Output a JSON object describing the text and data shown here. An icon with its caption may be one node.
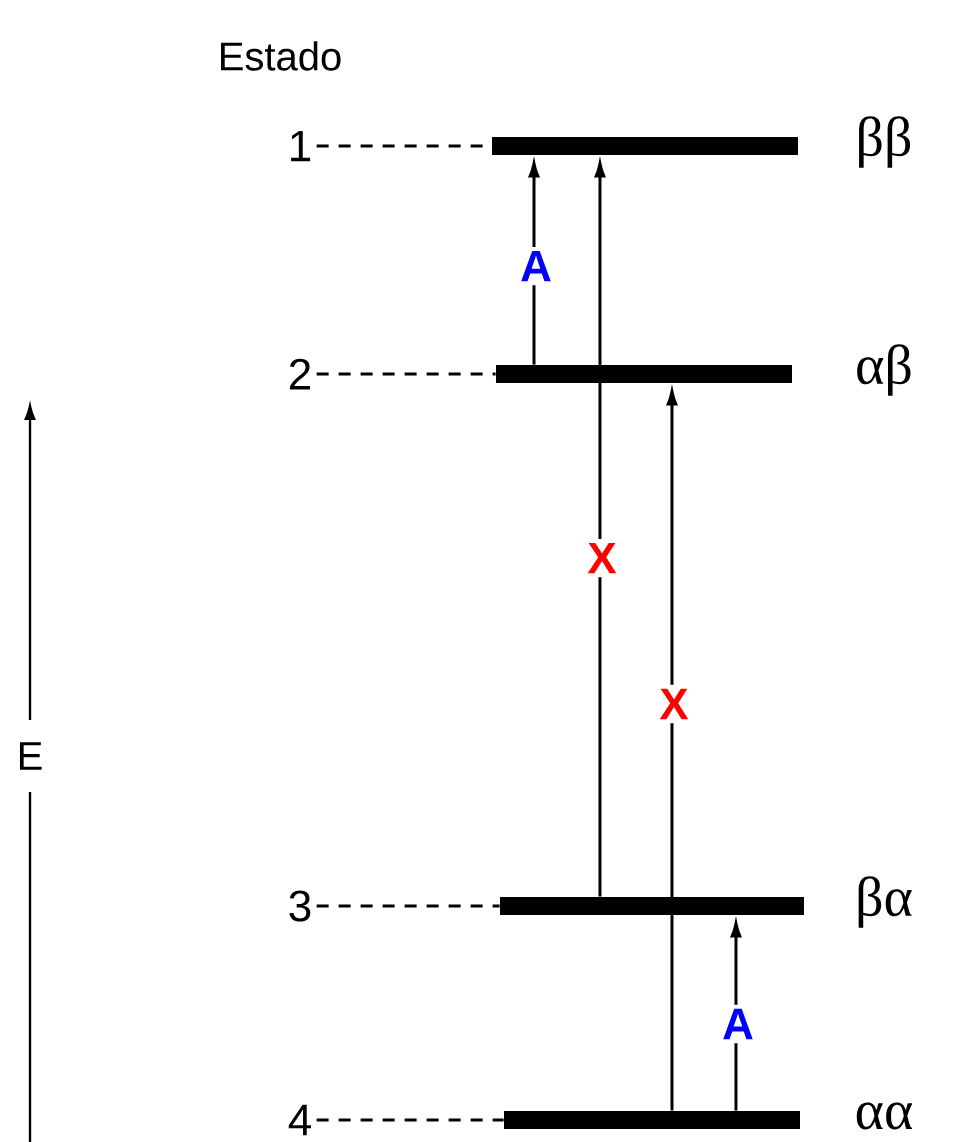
{
  "diagram": {
    "nodes": [
      {
        "text": [],
        "shape": "bar",
        "beside": [
          "ββ"
        ]
      },
      {
        "text": [],
        "shape": "bar",
        "beside": [
          "αβ"
        ]
      },
      {
        "text": [],
        "shape": "bar",
        "beside": [
          "βα"
        ]
      },
      {
        "text": [],
        "shape": "bar",
        "beside": [
          "αα"
        ]
      },
      {
        "text": [
          "1"
        ]
      },
      {
        "text": [
          "2"
        ]
      },
      {
        "text": [
          "3"
        ]
      },
      {
        "text": [
          "4"
        ]
      }
    ],
    "edges": [
      {
        "from": 1,
        "to": 0,
        "arrow": "to",
        "label": "A"
      },
      {
        "from": 2,
        "to": 0,
        "arrow": "to",
        "label": "X"
      },
      {
        "from": 3,
        "to": 1,
        "arrow": "to",
        "label": "X"
      },
      {
        "from": 3,
        "to": 2,
        "arrow": "to",
        "label": "A"
      },
      {
        "from": 4,
        "to": 0,
        "arrow": "none",
        "style": "dashed"
      },
      {
        "from": 5,
        "to": 1,
        "arrow": "none",
        "style": "dashed"
      },
      {
        "from": 6,
        "to": 2,
        "arrow": "none",
        "style": "dashed"
      },
      {
        "from": 7,
        "to": 3,
        "arrow": "none",
        "style": "dashed"
      }
    ],
    "labels": [
      "Estado",
      "E"
    ]
  }
}
